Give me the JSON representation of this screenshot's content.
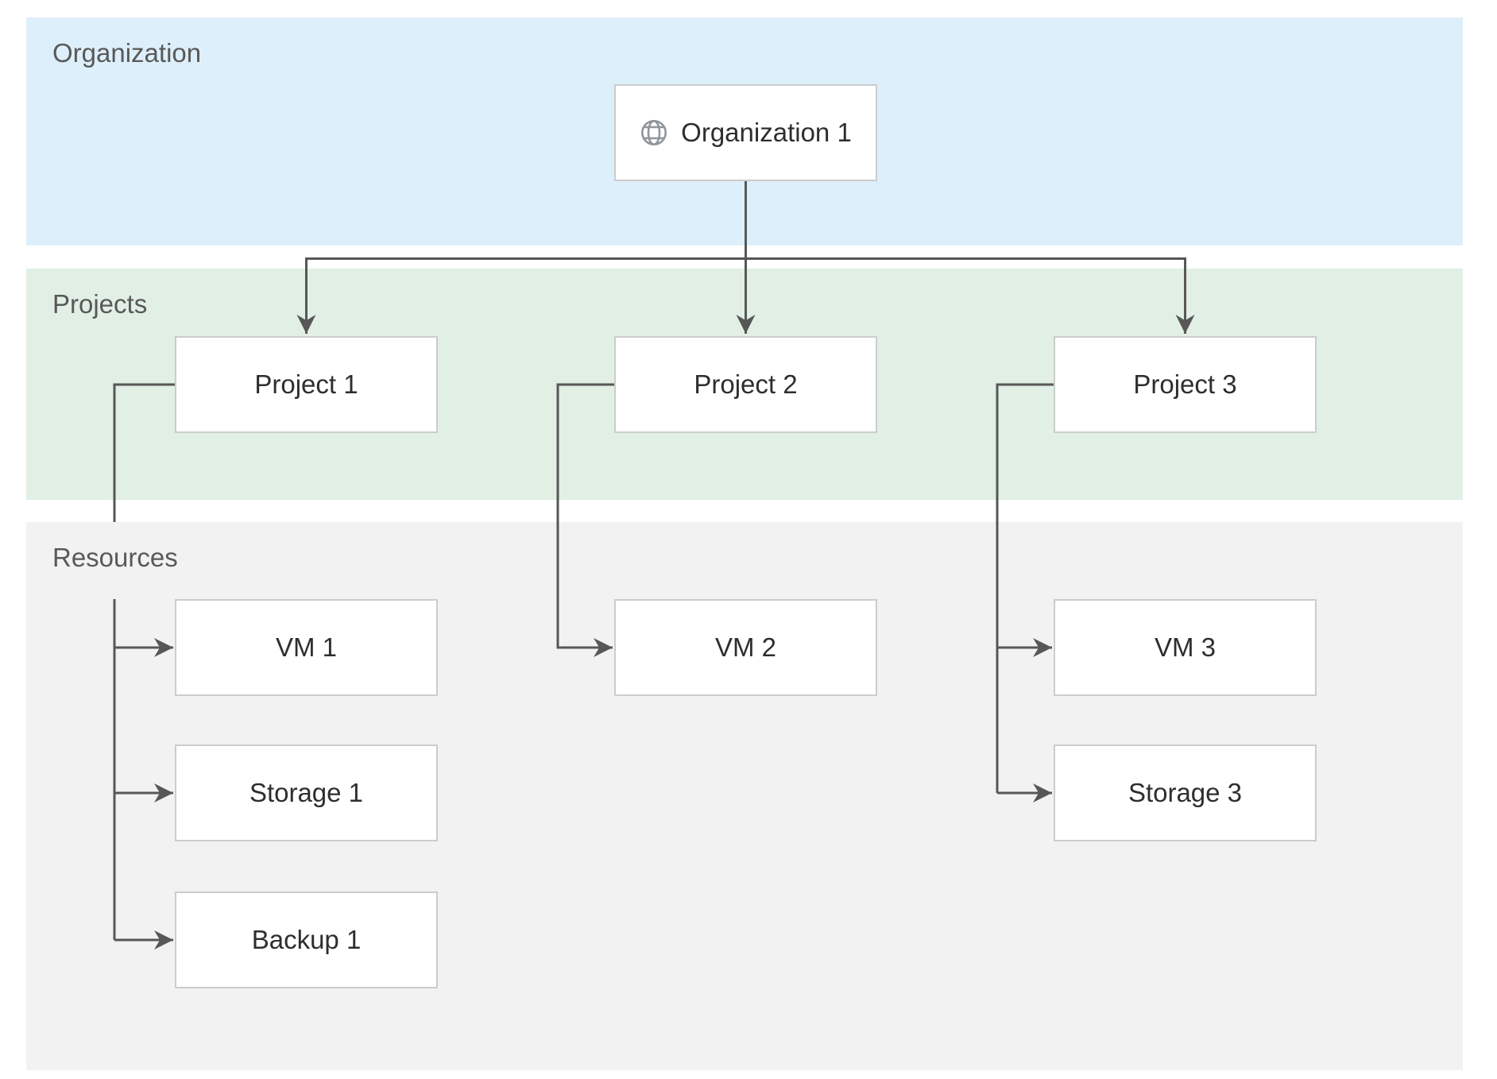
{
  "diagram": {
    "bands": [
      {
        "id": "organization",
        "label": "Organization"
      },
      {
        "id": "projects",
        "label": "Projects"
      },
      {
        "id": "resources",
        "label": "Resources"
      }
    ],
    "nodes": [
      {
        "id": "organization1",
        "label": "Organization 1",
        "icon": "globe-icon",
        "band": "organization"
      },
      {
        "id": "project1",
        "label": "Project 1",
        "band": "projects"
      },
      {
        "id": "project2",
        "label": "Project 2",
        "band": "projects"
      },
      {
        "id": "project3",
        "label": "Project 3",
        "band": "projects"
      },
      {
        "id": "vm1",
        "label": "VM 1",
        "band": "resources"
      },
      {
        "id": "vm2",
        "label": "VM 2",
        "band": "resources"
      },
      {
        "id": "vm3",
        "label": "VM 3",
        "band": "resources"
      },
      {
        "id": "storage1",
        "label": "Storage 1",
        "band": "resources"
      },
      {
        "id": "storage3",
        "label": "Storage 3",
        "band": "resources"
      },
      {
        "id": "backup1",
        "label": "Backup 1",
        "band": "resources"
      }
    ],
    "edges": [
      {
        "from": "organization1",
        "to": "project1"
      },
      {
        "from": "organization1",
        "to": "project2"
      },
      {
        "from": "organization1",
        "to": "project3"
      },
      {
        "from": "project1",
        "to": "vm1"
      },
      {
        "from": "project1",
        "to": "storage1"
      },
      {
        "from": "project1",
        "to": "backup1"
      },
      {
        "from": "project2",
        "to": "vm2"
      },
      {
        "from": "project3",
        "to": "vm3"
      },
      {
        "from": "project3",
        "to": "storage3"
      }
    ],
    "colors": {
      "organization_band": "#ddeffa",
      "projects_band": "#e1efe4",
      "resources_band": "#f2f2f2",
      "node_fill": "#ffffff",
      "node_border": "#cccccc",
      "connector": "#575757",
      "band_label_text": "#595959",
      "node_label_text": "#2e2e2e",
      "globe_icon": "#8f969c"
    }
  }
}
